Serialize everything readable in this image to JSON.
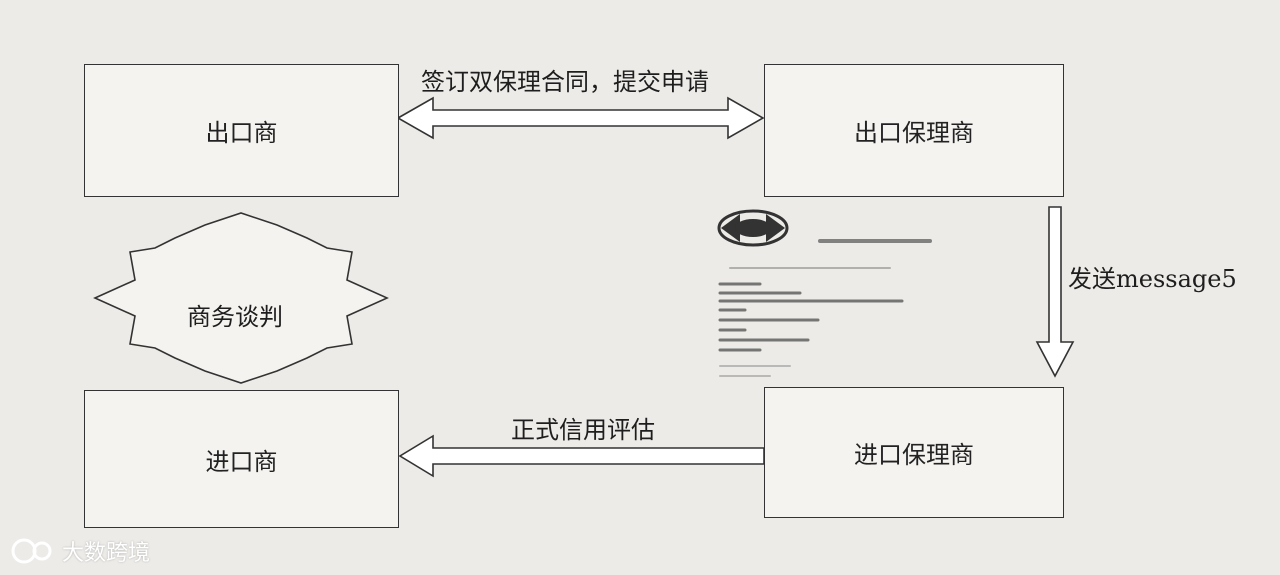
{
  "nodes": {
    "exporter": "出口商",
    "export_factor": "出口保理商",
    "negotiation": "商务谈判",
    "importer": "进口商",
    "import_factor": "进口保理商"
  },
  "edges": {
    "top": "签订双保理合同，提交申请",
    "right": "发送message5",
    "bottom": "正式信用评估"
  },
  "watermark": {
    "text": "大数跨境"
  },
  "colors": {
    "background": "#ecebe8",
    "box_fill": "#f4f3f0",
    "stroke": "#333333"
  }
}
